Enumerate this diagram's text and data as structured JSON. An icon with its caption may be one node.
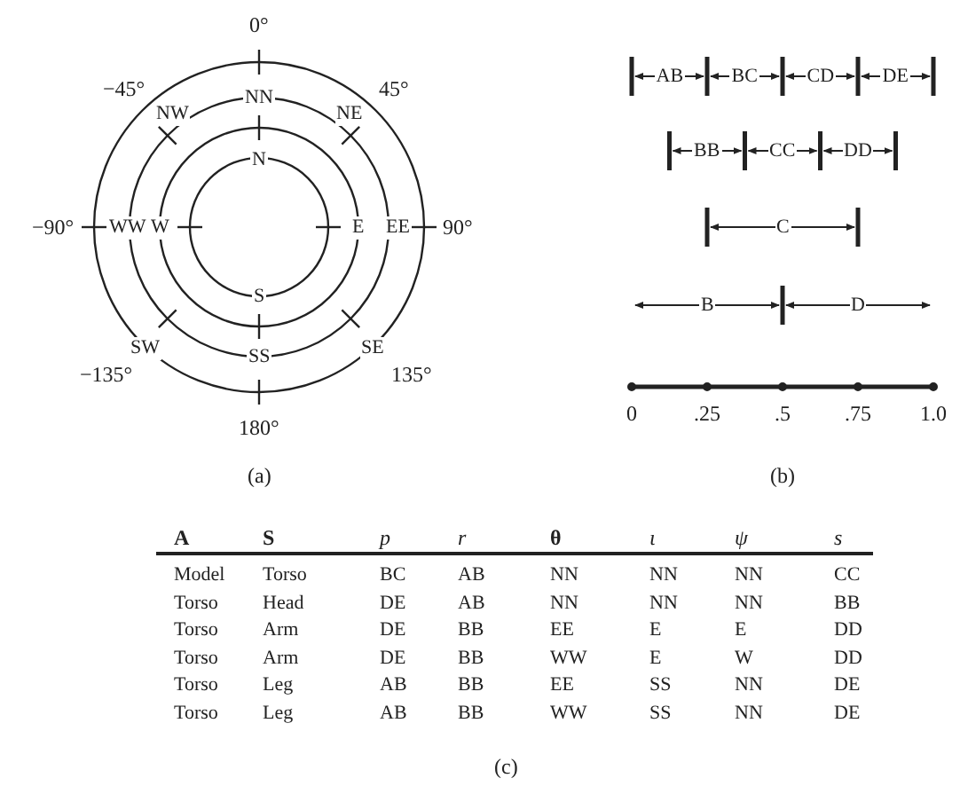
{
  "diagram": {
    "labels": [
      "0°",
      "−45°",
      "NN",
      "45°",
      "NW",
      "NE",
      "N",
      "−90°",
      "WW",
      "W",
      "E",
      "EE",
      "90°",
      "S",
      "SW",
      "SE",
      "−135°",
      "SS",
      "135°",
      "180°",
      "(a)",
      "AB",
      "BC",
      "CD",
      "DE",
      "BB",
      "CC",
      "DD",
      "C",
      "B",
      "D",
      "0",
      ".25",
      ".5",
      ".75",
      "1.0",
      "(b)",
      "A",
      "S",
      "p",
      "r",
      "θ",
      "ι",
      "ψ",
      "s",
      "Model",
      "Torso",
      "BC",
      "AB",
      "NN",
      "NN",
      "NN",
      "CC",
      "Torso",
      "Head",
      "DE",
      "AB",
      "NN",
      "NN",
      "NN",
      "BB",
      "Torso",
      "Arm",
      "DE",
      "BB",
      "EE",
      "E",
      "E",
      "DD",
      "Torso",
      "Arm",
      "DE",
      "BB",
      "WW",
      "E",
      "W",
      "DD",
      "Torso",
      "Leg",
      "AB",
      "BB",
      "EE",
      "SS",
      "NN",
      "DE",
      "Torso",
      "Leg",
      "AB",
      "BB",
      "WW",
      "SS",
      "NN",
      "DE",
      "(c)"
    ]
  }
}
